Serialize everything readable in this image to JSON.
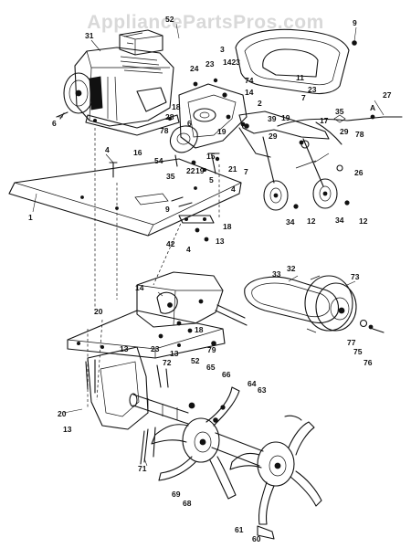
{
  "watermark": "AppliancePartsPros.com",
  "callouts": [
    {
      "id": "c52a",
      "text": "52"
    },
    {
      "id": "c9a",
      "text": "9"
    },
    {
      "id": "c31",
      "text": "31"
    },
    {
      "id": "c3",
      "text": "3"
    },
    {
      "id": "c1423",
      "text": "1423"
    },
    {
      "id": "c24",
      "text": "24"
    },
    {
      "id": "c23a",
      "text": "23"
    },
    {
      "id": "c74",
      "text": "74"
    },
    {
      "id": "c11",
      "text": "11"
    },
    {
      "id": "c23b",
      "text": "23"
    },
    {
      "id": "c7a",
      "text": "7"
    },
    {
      "id": "c27",
      "text": "27"
    },
    {
      "id": "cA",
      "text": "A"
    },
    {
      "id": "c6",
      "text": "6"
    },
    {
      "id": "c16",
      "text": "16"
    },
    {
      "id": "c18a",
      "text": "18"
    },
    {
      "id": "c28",
      "text": "28"
    },
    {
      "id": "c6b",
      "text": "6"
    },
    {
      "id": "c14a",
      "text": "14"
    },
    {
      "id": "c2",
      "text": "2"
    },
    {
      "id": "c39",
      "text": "39"
    },
    {
      "id": "c19a",
      "text": "19"
    },
    {
      "id": "c35a",
      "text": "35"
    },
    {
      "id": "c17",
      "text": "17"
    },
    {
      "id": "c29a",
      "text": "29"
    },
    {
      "id": "c78a",
      "text": "78"
    },
    {
      "id": "c29b",
      "text": "29"
    },
    {
      "id": "c78b",
      "text": "78"
    },
    {
      "id": "c19b",
      "text": "19"
    },
    {
      "id": "c15",
      "text": "15"
    },
    {
      "id": "c21",
      "text": "21"
    },
    {
      "id": "c7b",
      "text": "7"
    },
    {
      "id": "c26",
      "text": "26"
    },
    {
      "id": "c4a",
      "text": "4"
    },
    {
      "id": "c54",
      "text": "54"
    },
    {
      "id": "c35b",
      "text": "35"
    },
    {
      "id": "c22",
      "text": "22"
    },
    {
      "id": "c19c",
      "text": "19"
    },
    {
      "id": "c5",
      "text": "5"
    },
    {
      "id": "c4b",
      "text": "4"
    },
    {
      "id": "c1",
      "text": "1"
    },
    {
      "id": "c9b",
      "text": "9"
    },
    {
      "id": "c34a",
      "text": "34"
    },
    {
      "id": "c12a",
      "text": "12"
    },
    {
      "id": "c34b",
      "text": "34"
    },
    {
      "id": "c12b",
      "text": "12"
    },
    {
      "id": "c18b",
      "text": "18"
    },
    {
      "id": "c42",
      "text": "42"
    },
    {
      "id": "c4c",
      "text": "4"
    },
    {
      "id": "c13a",
      "text": "13"
    },
    {
      "id": "c32",
      "text": "32"
    },
    {
      "id": "c33",
      "text": "33"
    },
    {
      "id": "c73",
      "text": "73"
    },
    {
      "id": "c14b",
      "text": "14"
    },
    {
      "id": "c20a",
      "text": "20"
    },
    {
      "id": "c18c",
      "text": "18"
    },
    {
      "id": "c13b",
      "text": "13"
    },
    {
      "id": "c23c",
      "text": "23"
    },
    {
      "id": "c13c",
      "text": "13"
    },
    {
      "id": "c79",
      "text": "79"
    },
    {
      "id": "c77",
      "text": "77"
    },
    {
      "id": "c75",
      "text": "75"
    },
    {
      "id": "c76",
      "text": "76"
    },
    {
      "id": "c72",
      "text": "72"
    },
    {
      "id": "c52b",
      "text": "52"
    },
    {
      "id": "c65",
      "text": "65"
    },
    {
      "id": "c66",
      "text": "66"
    },
    {
      "id": "c64",
      "text": "64"
    },
    {
      "id": "c63",
      "text": "63"
    },
    {
      "id": "c20b",
      "text": "20"
    },
    {
      "id": "c13d",
      "text": "13"
    },
    {
      "id": "c71",
      "text": "71"
    },
    {
      "id": "c69",
      "text": "69"
    },
    {
      "id": "c68",
      "text": "68"
    },
    {
      "id": "c61",
      "text": "61"
    },
    {
      "id": "c60",
      "text": "60"
    }
  ]
}
